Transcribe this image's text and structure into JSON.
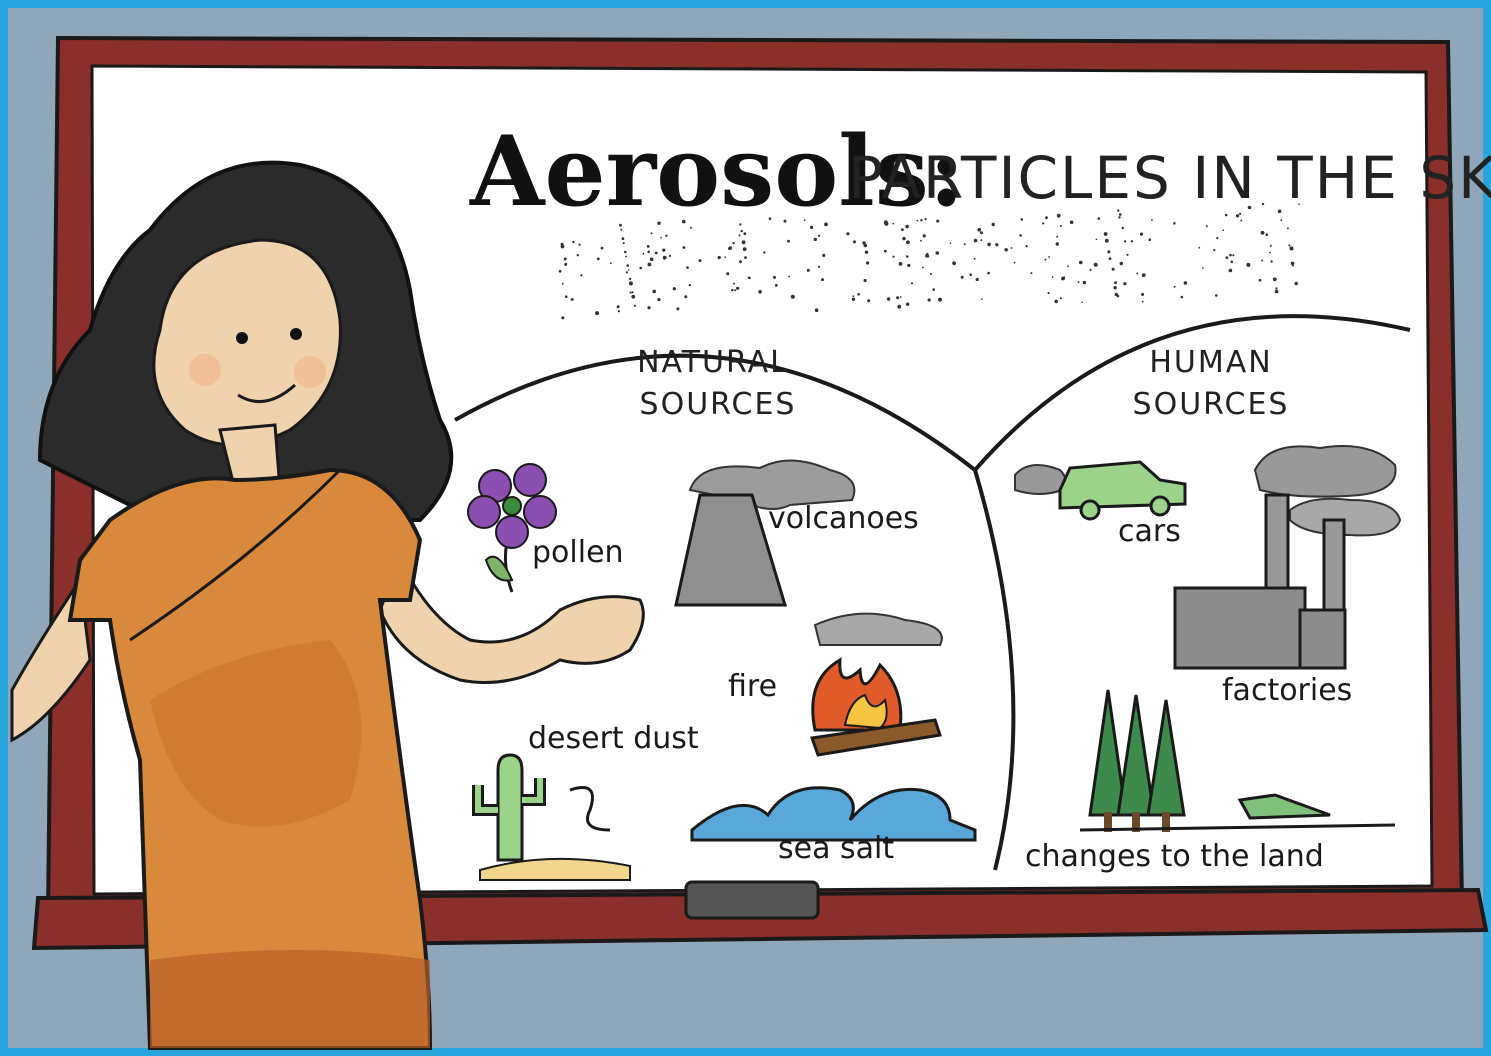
{
  "board": {
    "title_big": "Aerosols:",
    "title_rest": "PARTICLES IN THE SKY",
    "natural": {
      "heading_line1": "NATURAL",
      "heading_line2": "SOURCES",
      "items": [
        "pollen",
        "volcanoes",
        "fire",
        "desert dust",
        "sea salt"
      ]
    },
    "human": {
      "heading_line1": "HUMAN",
      "heading_line2": "SOURCES",
      "items": [
        "cars",
        "factories",
        "changes to the land"
      ]
    }
  },
  "colors": {
    "frame_border": "#27a5dc",
    "wall": "#8fa7b8",
    "board_frame": "#8a2f2a",
    "board_surface": "#ffffff",
    "dress": "#d9893b",
    "hair": "#2b2b2b",
    "skin": "#f0d3ac"
  }
}
